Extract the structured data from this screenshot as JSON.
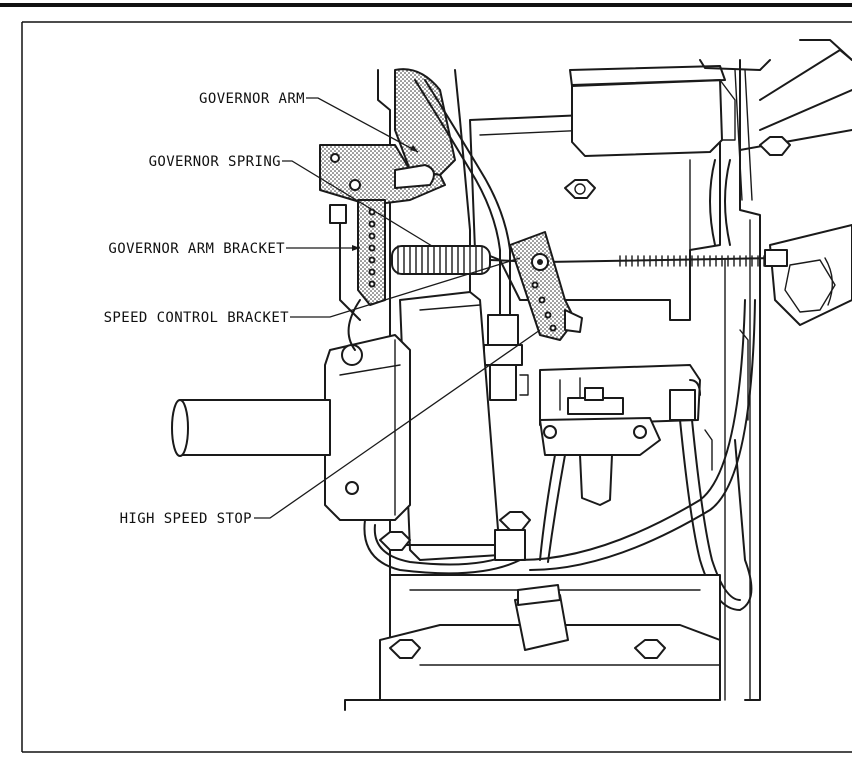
{
  "labels": {
    "governor_arm": "GOVERNOR ARM",
    "governor_spring": "GOVERNOR SPRING",
    "governor_arm_bracket": "GOVERNOR ARM BRACKET",
    "speed_control_bracket": "SPEED CONTROL BRACKET",
    "high_speed_stop": "HIGH SPEED STOP"
  },
  "colors": {
    "ink": "#1a1a1a",
    "paper": "#ffffff"
  }
}
